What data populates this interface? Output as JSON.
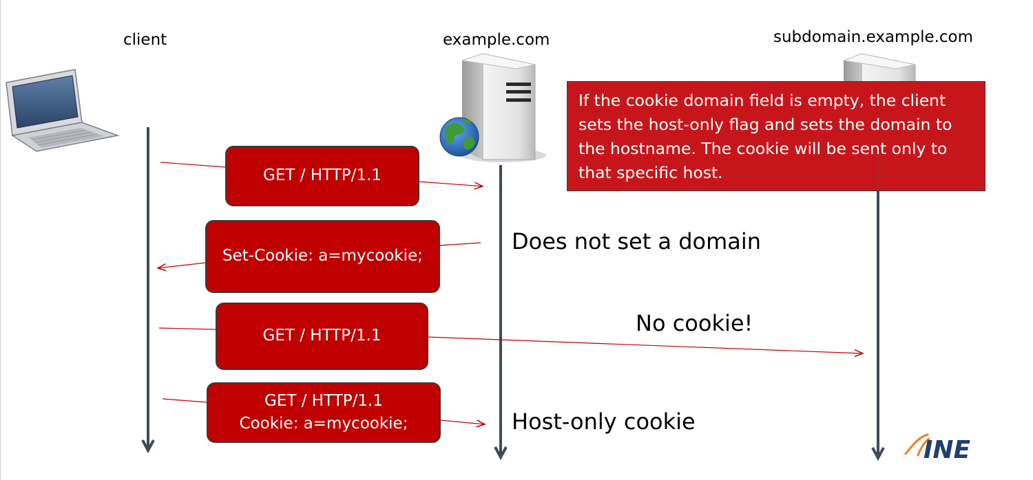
{
  "entities": {
    "client": "client",
    "server": "example.com",
    "subdomain": "subdomain.example.com"
  },
  "messages": {
    "request1": "GET / HTTP/1.1",
    "response": "Set-Cookie: a=mycookie;",
    "request2": "GET / HTTP/1.1",
    "request3_line1": "GET / HTTP/1.1",
    "request3_line2": "Cookie: a=mycookie;"
  },
  "notes": {
    "no_domain": "Does not set a domain",
    "no_cookie": "No cookie!",
    "host_only": "Host-only cookie"
  },
  "callout": {
    "text": "If the cookie domain field is empty, the client sets the host-only flag and sets the domain to the hostname. The cookie will be sent only to that specific host."
  },
  "logo": {
    "text": "INE"
  },
  "colors": {
    "message_fill": "#c00000",
    "callout_fill": "#c7161b",
    "arrow_line": "#c00000",
    "lifeline": "#404a5a",
    "logo_orange": "#f07d1a",
    "logo_blue": "#1f3f73"
  },
  "icons": {
    "client": "laptop-icon",
    "server": "server-globe-icon",
    "subdomain": "server-icon"
  }
}
